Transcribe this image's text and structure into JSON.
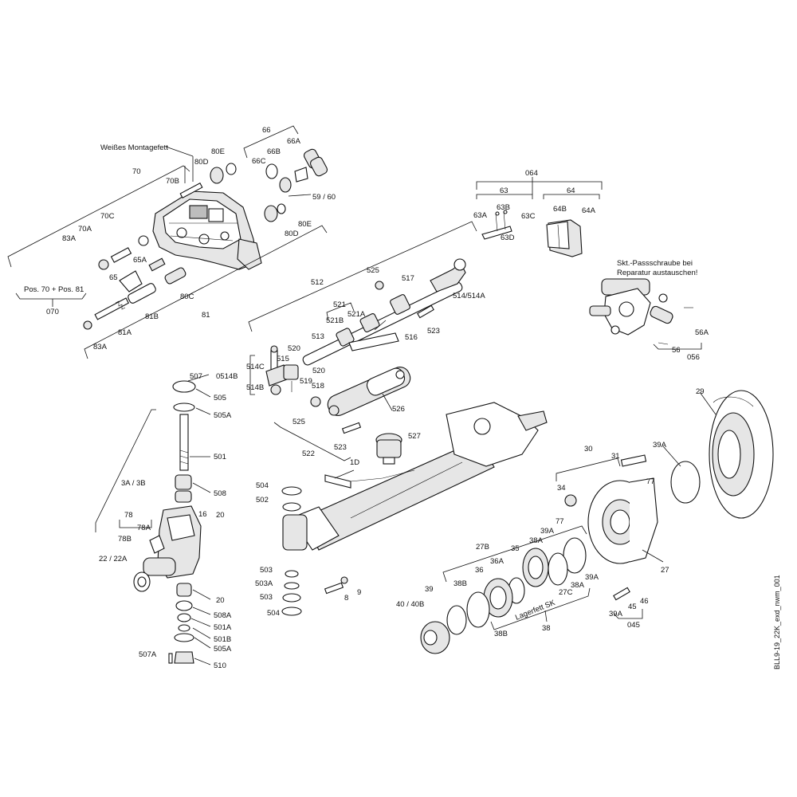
{
  "drawing_code": "BLL9-19_22K_exd_nwm_001",
  "notes": {
    "white_grease": "Weißes Montagefett",
    "pos_note": "Pos. 70 + Pos. 81",
    "fit_bolt_line1": "Skt.-Passschraube bei",
    "fit_bolt_line2": "Reparatur austauschen!",
    "bearing_grease": "Lagerfett SK"
  },
  "labels": {
    "p66": "66",
    "p66A": "66A",
    "p66B": "66B",
    "p66C": "66C",
    "p80E_top": "80E",
    "p80D_top": "80D",
    "p70B": "70B",
    "p70": "70",
    "p59_60": "59 / 60",
    "p80E_bottom": "80E",
    "p80D_bottom": "80D",
    "p70C": "70C",
    "p70A": "70A",
    "p83A_top": "83A",
    "p65A": "65A",
    "p65": "65",
    "p80C": "80C",
    "p81B": "81B",
    "p81": "81",
    "p81A": "81A",
    "p83A_bottom": "83A",
    "p070": "070",
    "p064": "064",
    "p63": "63",
    "p64": "64",
    "p63B": "63B",
    "p63A": "63A",
    "p63C": "63C",
    "p63D": "63D",
    "p64B": "64B",
    "p64A": "64A",
    "p56A": "56A",
    "p56": "56",
    "p056": "056",
    "p512": "512",
    "p525_top": "525",
    "p517": "517",
    "p514_514A": "514/514A",
    "p521": "521",
    "p521A": "521A",
    "p521B": "521B",
    "p523_top": "523",
    "p513": "513",
    "p516": "516",
    "p520_top": "520",
    "p515": "515",
    "p514C": "514C",
    "p0514B": "0514B",
    "p514B": "514B",
    "p520_mid": "520",
    "p519": "519",
    "p518": "518",
    "p526": "526",
    "p525_bottom": "525",
    "p523_bottom": "523",
    "p527": "527",
    "p522": "522",
    "p1D": "1D",
    "p507": "507",
    "p505": "505",
    "p505A_top": "505A",
    "p501": "501",
    "p3A_3B": "3A / 3B",
    "p508": "508",
    "p16": "16",
    "p20_top": "20",
    "p78": "78",
    "p78A": "78A",
    "p78B": "78B",
    "p22_22A": "22 / 22A",
    "p20_bottom": "20",
    "p508A": "508A",
    "p501A": "501A",
    "p501B": "501B",
    "p505A_bottom": "505A",
    "p507A": "507A",
    "p510": "510",
    "p504_top": "504",
    "p502": "502",
    "p503_top": "503",
    "p503A": "503A",
    "p503_bottom": "503",
    "p504_bottom": "504",
    "p9": "9",
    "p8": "8",
    "p30": "30",
    "p31": "31",
    "p34": "34",
    "p77_top": "77",
    "p39A_top": "39A",
    "p29": "29",
    "p27B": "27B",
    "p77_mid": "77",
    "p39A_mid": "39A",
    "p38A_top": "38A",
    "p35": "35",
    "p36A": "36A",
    "p36": "36",
    "p38B_top": "38B",
    "p39": "39",
    "p40_40B": "40 / 40B",
    "p27C": "27C",
    "p38A_bottom": "38A",
    "p39A_right": "39A",
    "p38": "38",
    "p38B_bottom": "38B",
    "p27": "27",
    "p46": "46",
    "p45": "45",
    "p39A_bottom": "39A",
    "p045": "045"
  }
}
